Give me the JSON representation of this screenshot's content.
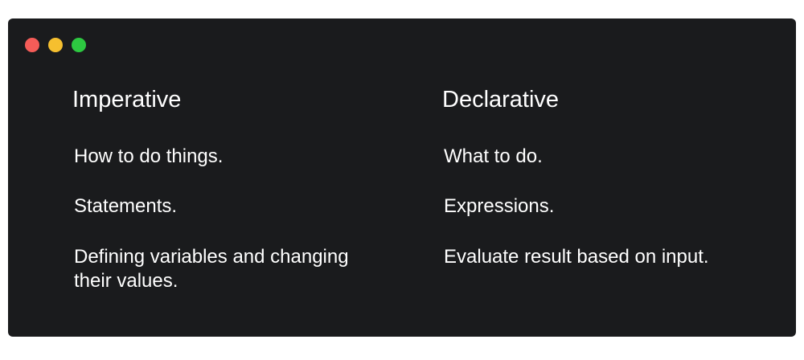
{
  "window": {
    "controls": [
      "close",
      "minimize",
      "zoom"
    ],
    "colors": {
      "background": "#1a1b1d",
      "close": "#f55c58",
      "minimize": "#f5bf2f",
      "zoom": "#2dc841",
      "text": "#ffffff"
    }
  },
  "imperative": {
    "heading": "Imperative",
    "items": [
      "How to do things.",
      "Statements.",
      "Defining variables and changing their values."
    ]
  },
  "declarative": {
    "heading": "Declarative",
    "items": [
      "What to do.",
      "Expressions.",
      "Evaluate result based on input."
    ]
  }
}
